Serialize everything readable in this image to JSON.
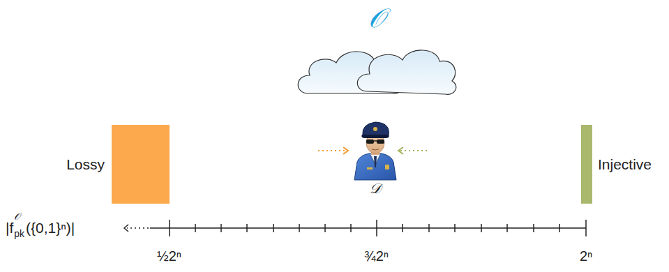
{
  "diagram": {
    "nodes": [
      {
        "text": [
          "𝒪"
        ]
      },
      {
        "text": [
          "Lossy"
        ]
      },
      {
        "text": [
          "Injective"
        ]
      }
    ],
    "labels": [
      "𝒟",
      "|f",
      "𝒪",
      "pk",
      "({0,1}ⁿ)|",
      "½2ⁿ",
      "¾2ⁿ",
      "2ⁿ"
    ]
  }
}
